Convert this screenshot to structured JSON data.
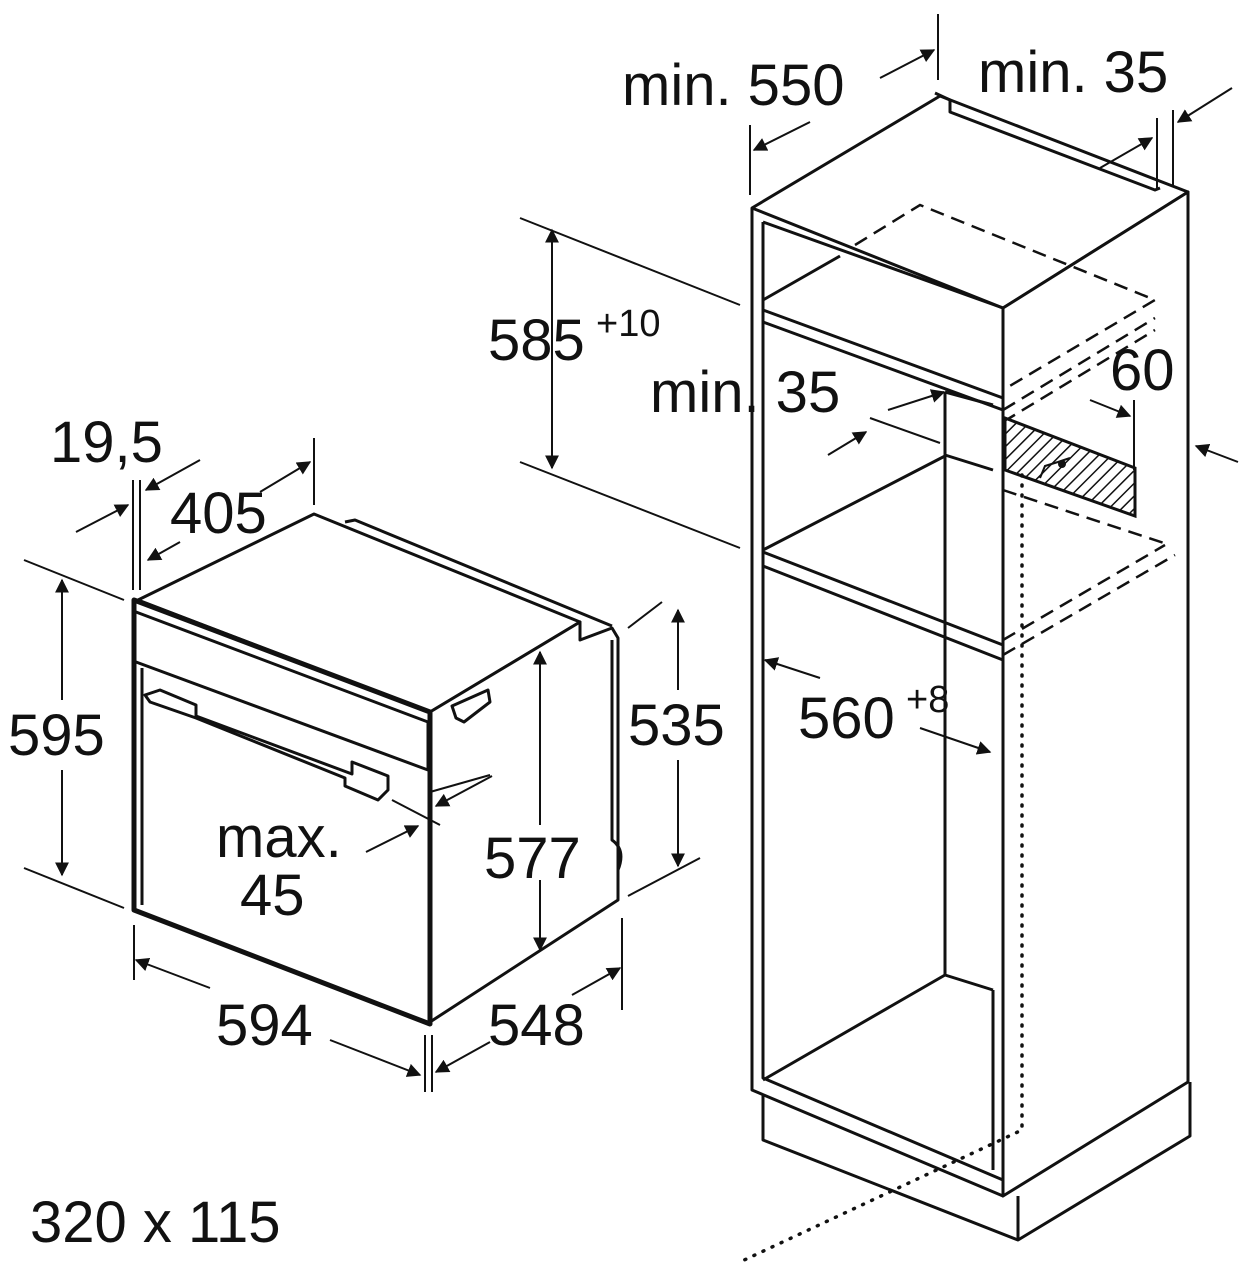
{
  "labels": {
    "min_550": "min. 550",
    "min_35_top": "min. 35",
    "d585": "585",
    "d585_sup": "+10",
    "min_35_mid": "min. 35",
    "d60": "60",
    "d19_5": "19,5",
    "d405": "405",
    "d595": "595",
    "d535": "535",
    "d577": "577",
    "max": "max.",
    "d45": "45",
    "d594": "594",
    "d548": "548",
    "d560": "560",
    "d560_sup": "+8",
    "vent": "320 x 115"
  },
  "colors": {
    "line": "#111111",
    "background": "#ffffff"
  }
}
